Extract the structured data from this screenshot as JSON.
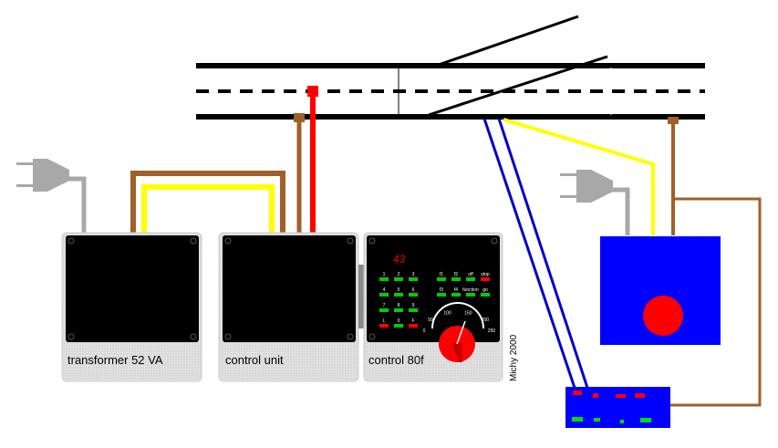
{
  "devices": {
    "transformer": {
      "label": "transformer 52 VA"
    },
    "control_unit": {
      "label": "control unit"
    },
    "control_80f": {
      "label": "control 80f",
      "readout": "43",
      "left_keys": [
        "1",
        "2",
        "3",
        "4",
        "5",
        "6",
        "7",
        "8",
        "9",
        "L",
        "0",
        "F"
      ],
      "right_keys": [
        "f1",
        "f2",
        "off",
        "stop",
        "f3",
        "f4",
        "function",
        "go"
      ],
      "speed_scale": [
        "0",
        "50",
        "100",
        "150",
        "200",
        "250"
      ]
    }
  },
  "signature": "Michy 2000",
  "colors": {
    "rail": "#000000",
    "wire_brown": "#a0602a",
    "wire_yellow": "#ffff00",
    "wire_red": "#ff0000",
    "wire_blue": "#0000cc",
    "wire_grey": "#a8a8a8",
    "motor_box": "#0000ff",
    "motor_button": "#ff0000",
    "key_green": "#00cc00",
    "key_red": "#ff0000",
    "panel_grey": "#d8d8d8"
  }
}
